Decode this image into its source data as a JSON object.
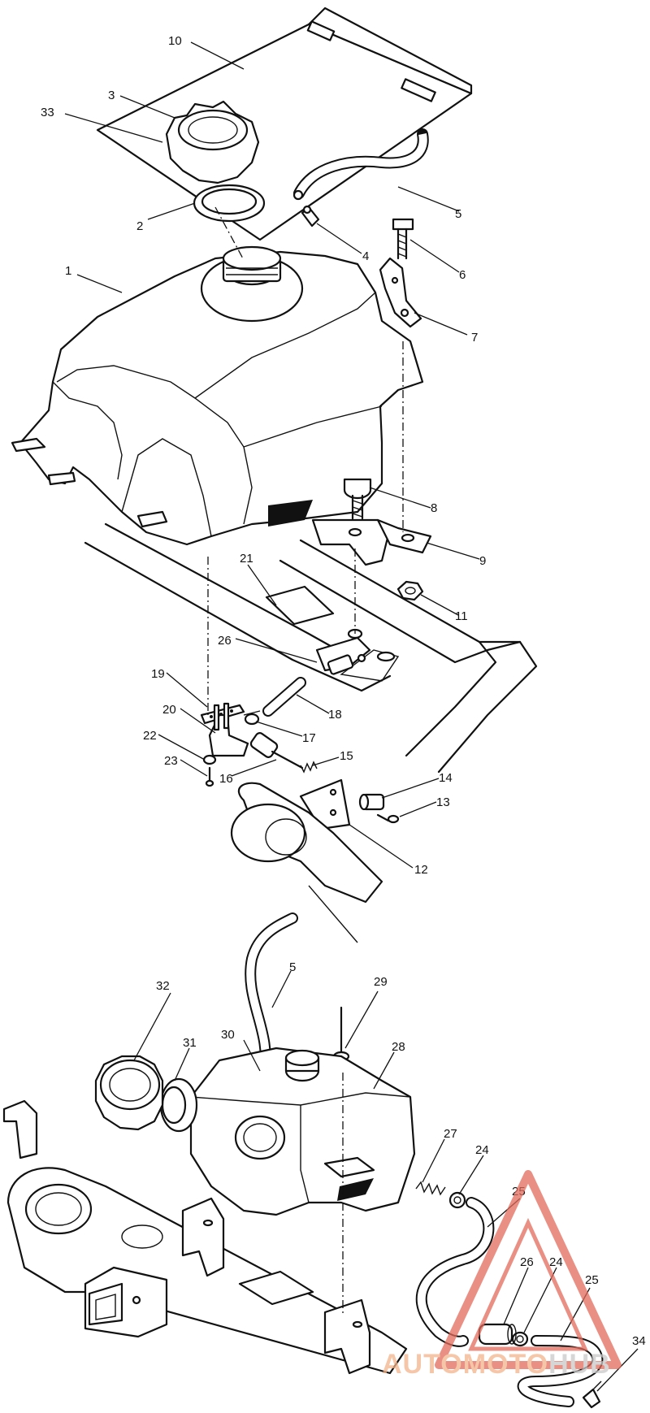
{
  "callouts": {
    "c1": "1",
    "c2": "2",
    "c3": "3",
    "c4": "4",
    "c5a": "5",
    "c5b": "5",
    "c6": "6",
    "c7": "7",
    "c8": "8",
    "c9": "9",
    "c10": "10",
    "c11": "11",
    "c12": "12",
    "c13": "13",
    "c14": "14",
    "c15": "15",
    "c16": "16",
    "c17": "17",
    "c18": "18",
    "c19": "19",
    "c20": "20",
    "c21": "21",
    "c22": "22",
    "c23": "23",
    "c24a": "24",
    "c24b": "24",
    "c25a": "25",
    "c25b": "25",
    "c26a": "26",
    "c26b": "26",
    "c27": "27",
    "c28": "28",
    "c29": "29",
    "c30": "30",
    "c31": "31",
    "c32": "32",
    "c33": "33",
    "c34": "34"
  },
  "watermark": {
    "part1": "AUTOMOTO",
    "part2": "HUB",
    "color_primary": "#f2b48a",
    "color_secondary": "#c9c9c9"
  }
}
